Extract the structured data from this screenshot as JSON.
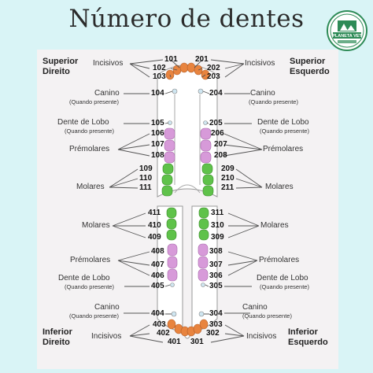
{
  "title": "Número de dentes",
  "logo": {
    "text": "PLANETA VET"
  },
  "quadrants": {
    "upper_right": [
      "Superior",
      "Direito"
    ],
    "upper_left": [
      "Superior",
      "Esquerdo"
    ],
    "lower_right": [
      "Inferior",
      "Direito"
    ],
    "lower_left": [
      "Inferior",
      "Esquerdo"
    ]
  },
  "labels": {
    "incisivos": "Incisivos",
    "canino": "Canino",
    "quando_presente": "(Quando presente)",
    "dente_de_lobo": "Dente de Lobo",
    "premolares": "Prémolares",
    "molares": "Molares"
  },
  "teeth": {
    "q1": [
      "101",
      "102",
      "103",
      "104",
      "105",
      "106",
      "107",
      "108",
      "109",
      "110",
      "111"
    ],
    "q2": [
      "201",
      "202",
      "203",
      "204",
      "205",
      "206",
      "207",
      "208",
      "209",
      "210",
      "211"
    ],
    "q3": [
      "301",
      "302",
      "303",
      "304",
      "305",
      "306",
      "307",
      "308",
      "309",
      "310",
      "311"
    ],
    "q4": [
      "401",
      "402",
      "403",
      "404",
      "405",
      "406",
      "407",
      "408",
      "409",
      "410",
      "411"
    ]
  },
  "colors": {
    "incisor": "#e8843f",
    "premolar": "#d79ad9",
    "molar": "#5fc24a",
    "background": "#d9f4f6",
    "panel": "#f4f2f3"
  }
}
